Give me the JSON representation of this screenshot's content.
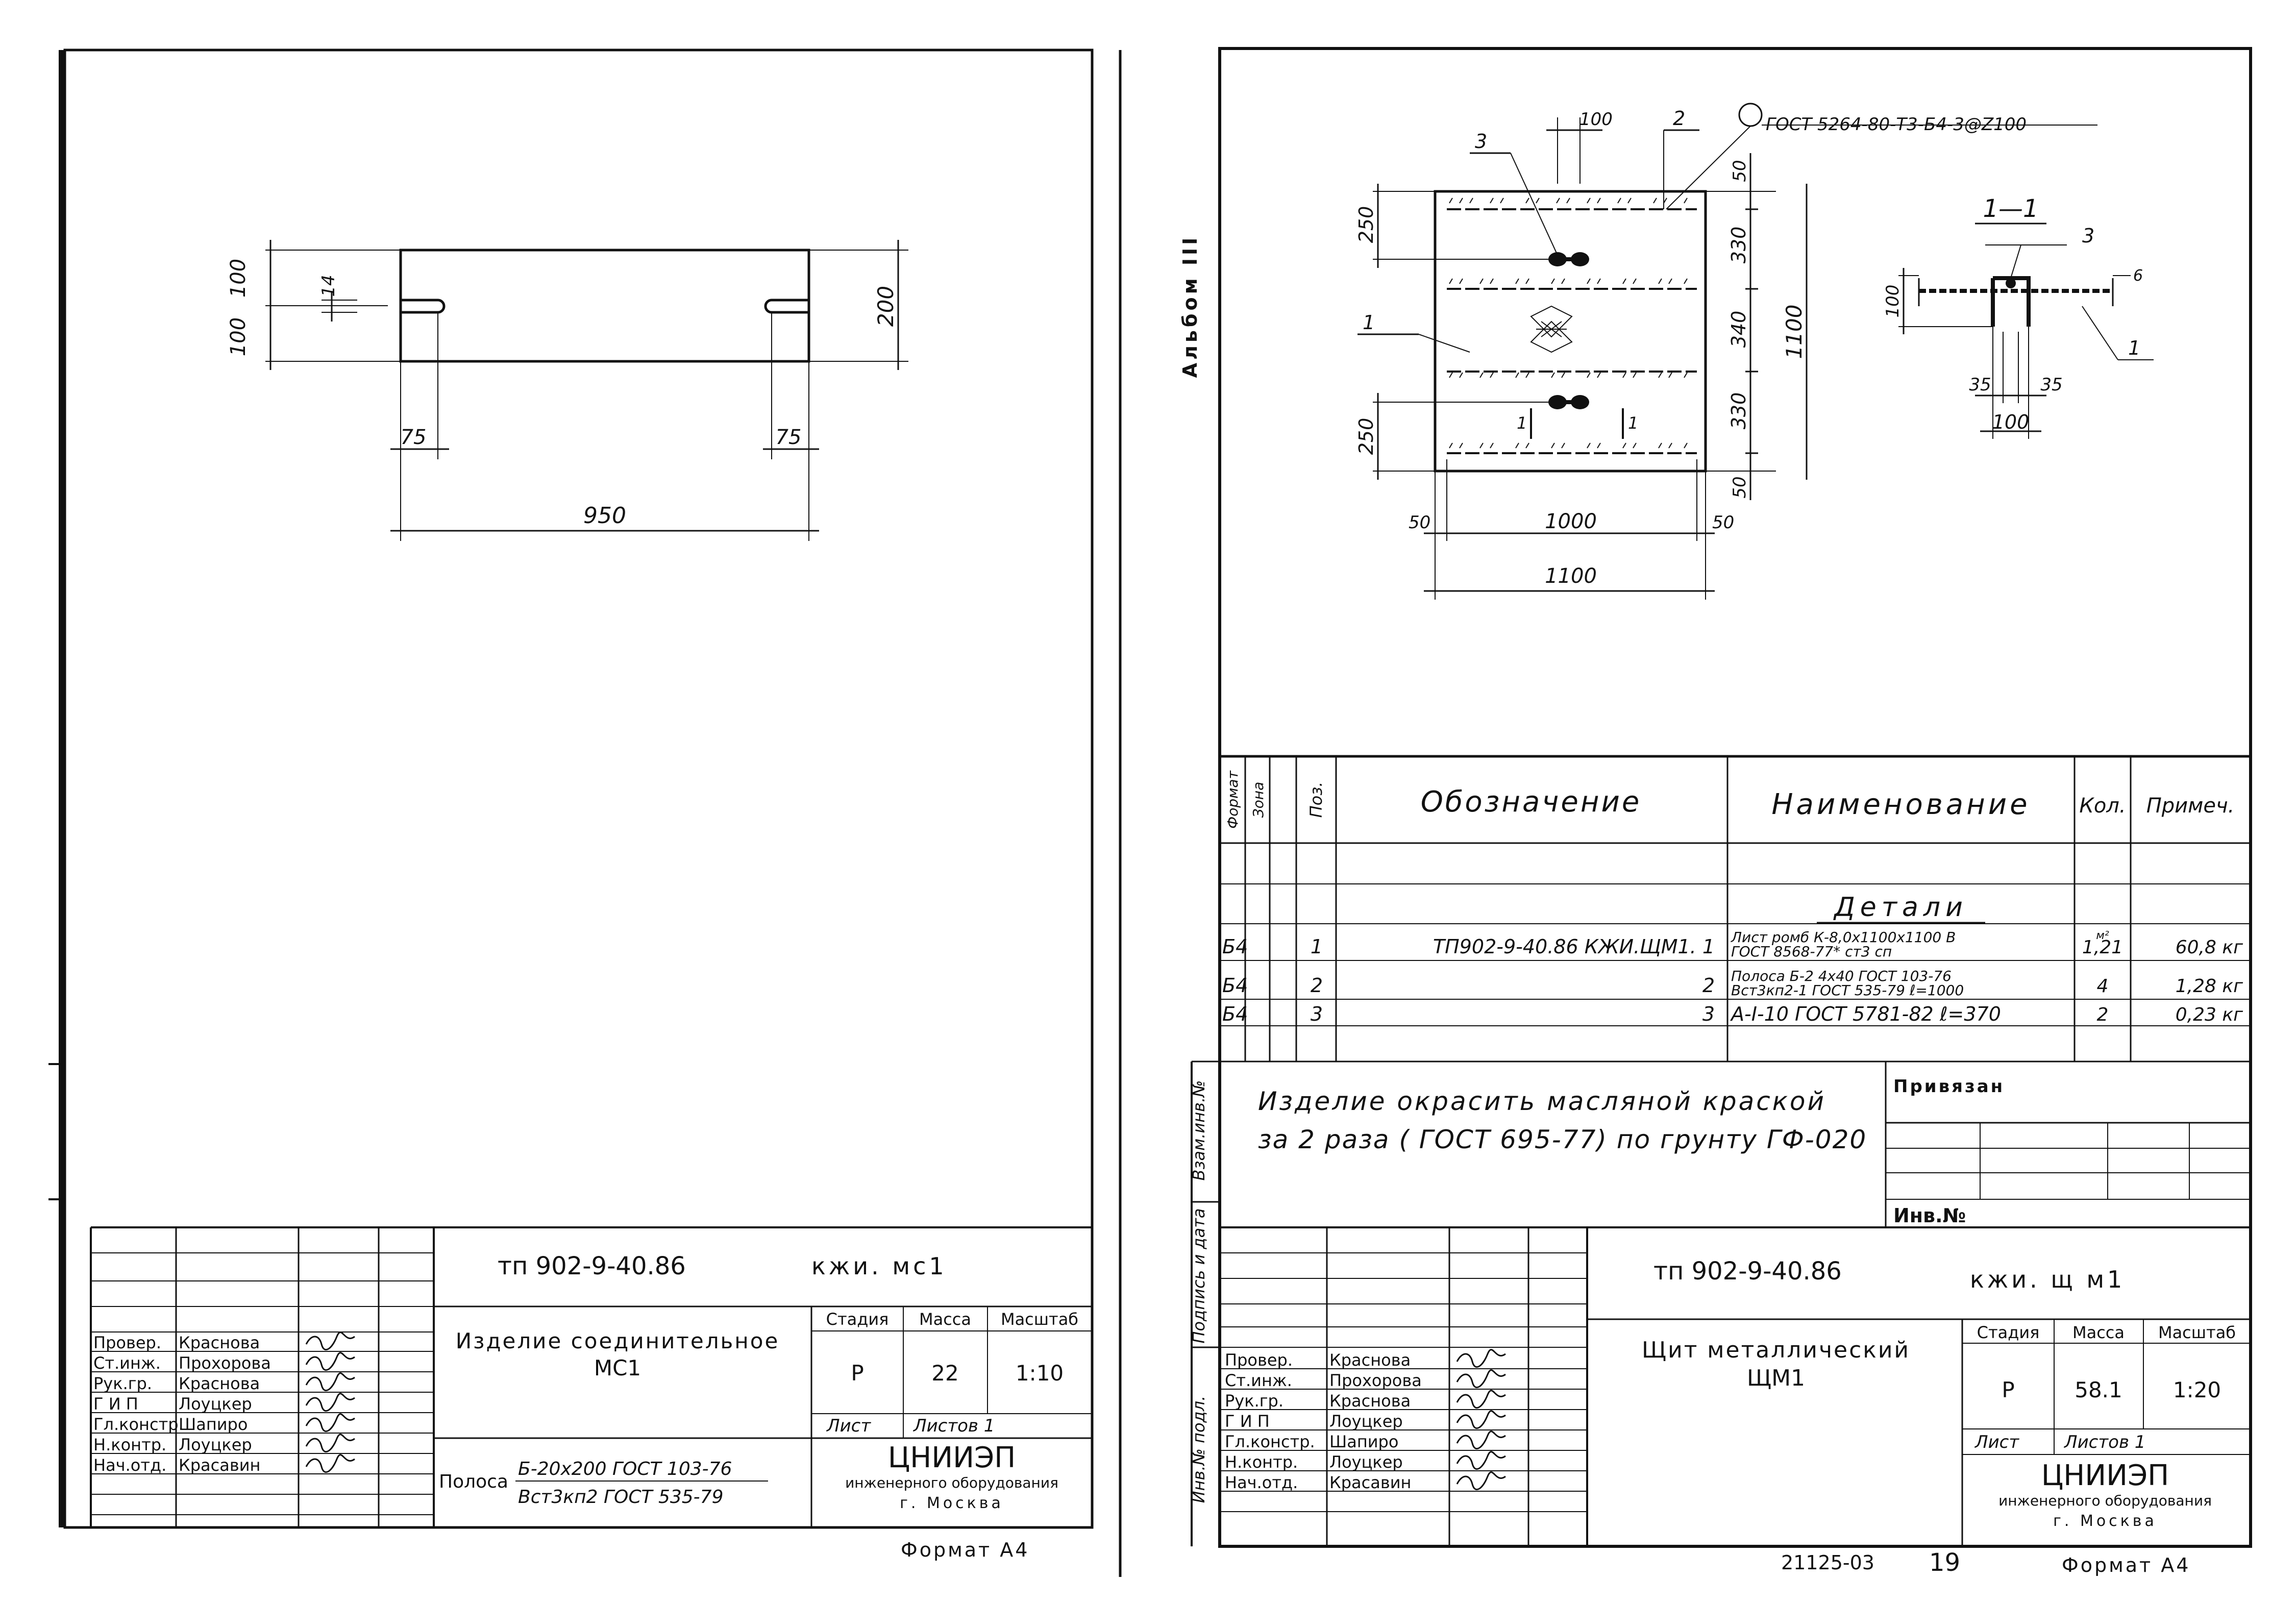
{
  "left_sheet": {
    "dims": {
      "d100a": "100",
      "d100b": "100",
      "d14": "14",
      "d200": "200",
      "d75a": "75",
      "d75b": "75",
      "d950": "950"
    },
    "title_block": {
      "code": "тп 902-9-40.86",
      "mark": "кжи. мс1",
      "name_line1": "Изделие соединительное",
      "name_line2": "МС1",
      "stage_header": "Стадия",
      "mass_header": "Масса",
      "scale_header": "Масштаб",
      "stage": "Р",
      "mass": "22",
      "scale": "1:10",
      "sheet_label": "Лист",
      "sheets_label": "Листов 1",
      "org1": "ЦНИИЭП",
      "org2": "инженерного оборудования",
      "org3": "г. Москва",
      "material_prefix": "Полоса",
      "material_top": "Б-20x200 ГОСТ 103-76",
      "material_bottom": "Вст3кп2 ГОСТ 535-79",
      "format": "Формат А4",
      "roles": [
        {
          "role": "Провер.",
          "name": "Краснова"
        },
        {
          "role": "Ст.инж.",
          "name": "Прохорова"
        },
        {
          "role": "Рук.гр.",
          "name": "Краснова"
        },
        {
          "role": "Г И П",
          "name": "Лоуцкер"
        },
        {
          "role": "Гл.констр.",
          "name": "Шапиро"
        },
        {
          "role": "Н.контр.",
          "name": "Лоуцкер"
        },
        {
          "role": "Нач.отд.",
          "name": "Красавин"
        }
      ]
    }
  },
  "right_sheet": {
    "album_label": "Альбом III",
    "side_labels": {
      "inv_no_podl": "Инв.№ подл.",
      "podpis_data": "Подпись и дата",
      "vzam_inv": "Взам.инв.№"
    },
    "callouts": {
      "c1": "1",
      "c2": "2",
      "c3": "3",
      "c3b": "3",
      "c1b": "1",
      "weld": "ГОСТ 5264-80-Т3-Б4-3@Z100",
      "section": "1—1",
      "cut_a": "1",
      "cut_b": "1"
    },
    "dims": {
      "d100top": "100",
      "d50top": "50",
      "d250top": "250",
      "d330a": "330",
      "d340": "340",
      "d330b": "330",
      "d1100v": "1100",
      "d250bot": "250",
      "d50bot": "50",
      "d50l": "50",
      "d1000": "1000",
      "d50r": "50",
      "d1100h": "1100",
      "s100v": "100",
      "s6": "6",
      "s35a": "35",
      "s35b": "35",
      "s100h": "100"
    },
    "spec": {
      "headers": {
        "format": "Формат",
        "zone": "Зона",
        "pos": "Поз.",
        "designation": "Обозначение",
        "name": "Наименование",
        "qty": "Кол.",
        "note": "Примеч."
      },
      "section_title": "Детали",
      "rows": [
        {
          "format": "Б4",
          "pos": "1",
          "designation": "ТП902-9-40.86 КЖИ.ЩМ1. 1",
          "name_top": "Лист ромб К-8,0x1100x1100 В",
          "name_bottom": "ГОСТ 8568-77*      ст3 сп",
          "qty_top": "м²",
          "qty": "1,21",
          "note": "60,8 кг"
        },
        {
          "format": "Б4",
          "pos": "2",
          "designation": "2",
          "name_top": "Полоса Б-2 4x40 ГОСТ 103-76",
          "name_bottom": "Вст3кп2-1 ГОСТ 535-79   ℓ=1000",
          "qty_top": "",
          "qty": "4",
          "note": "1,28 кг"
        },
        {
          "format": "Б4",
          "pos": "3",
          "designation": "3",
          "name_top": "А-I-10 ГОСТ 5781-82  ℓ=370",
          "name_bottom": "",
          "qty_top": "",
          "qty": "2",
          "note": "0,23 кг"
        }
      ]
    },
    "note_line1": "Изделие окрасить масляной краской",
    "note_line2": "за 2 раза ( ГОСТ 695-77) по грунту ГФ-020",
    "privyazan": "Привязан",
    "inv_no": "Инв.№",
    "title_block": {
      "code": "тп 902-9-40.86",
      "mark": "кжи. щ м1",
      "name_line1": "Щит металлический",
      "name_line2": "ЩМ1",
      "stage_header": "Стадия",
      "mass_header": "Масса",
      "scale_header": "Масштаб",
      "stage": "Р",
      "mass": "58.1",
      "scale": "1:20",
      "sheet_label": "Лист",
      "sheets_label": "Листов 1",
      "org1": "ЦНИИЭП",
      "org2": "инженерного оборудования",
      "org3": "г. Москва",
      "format": "Формат А4",
      "roles": [
        {
          "role": "Провер.",
          "name": "Краснова"
        },
        {
          "role": "Ст.инж.",
          "name": "Прохорова"
        },
        {
          "role": "Рук.гр.",
          "name": "Краснова"
        },
        {
          "role": "Г И П",
          "name": "Лоуцкер"
        },
        {
          "role": "Гл.констр.",
          "name": "Шапиро"
        },
        {
          "role": "Н.контр.",
          "name": "Лоуцкер"
        },
        {
          "role": "Нач.отд.",
          "name": "Красавин"
        }
      ]
    },
    "footer_code": "21125-03",
    "page_number": "19"
  }
}
